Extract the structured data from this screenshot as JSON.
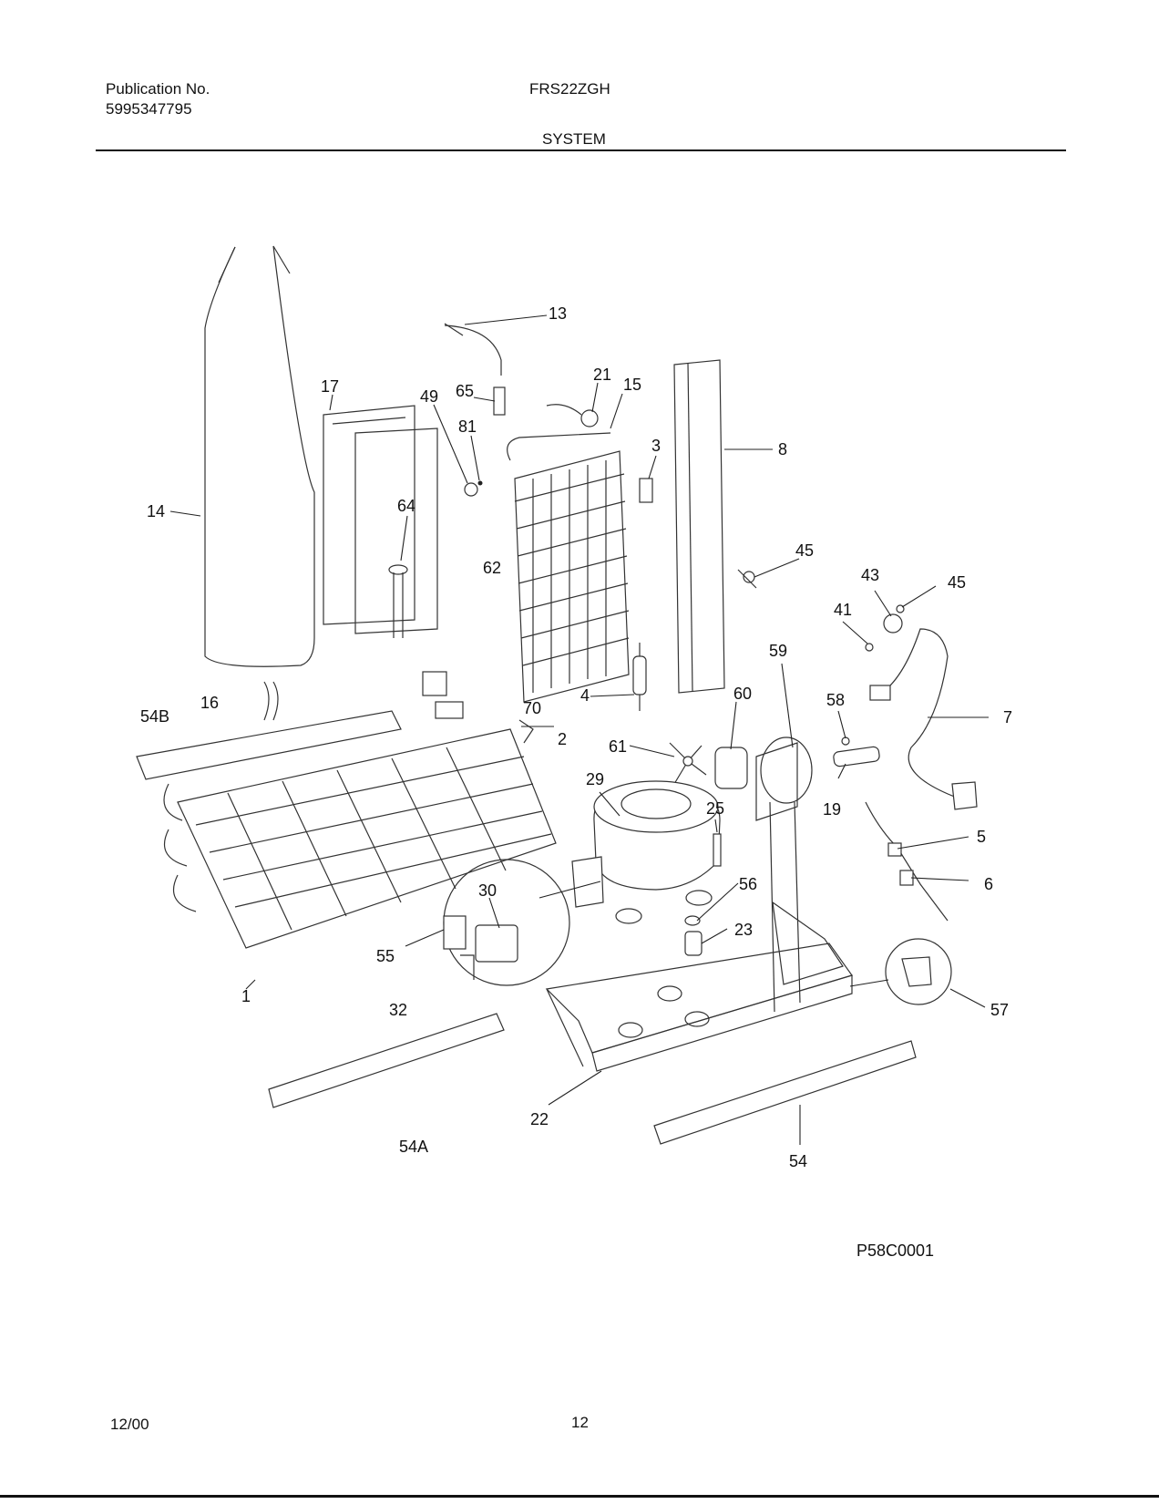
{
  "header": {
    "publication_label": "Publication No.",
    "publication_number": "5995347795",
    "model": "FRS22ZGH",
    "section": "SYSTEM"
  },
  "diagram": {
    "code": "P58C0001",
    "callouts": [
      {
        "id": "c13",
        "text": "13"
      },
      {
        "id": "c17",
        "text": "17"
      },
      {
        "id": "c49",
        "text": "49"
      },
      {
        "id": "c65",
        "text": "65"
      },
      {
        "id": "c21",
        "text": "21"
      },
      {
        "id": "c15",
        "text": "15"
      },
      {
        "id": "c81",
        "text": "81"
      },
      {
        "id": "c3",
        "text": "3"
      },
      {
        "id": "c8",
        "text": "8"
      },
      {
        "id": "c14",
        "text": "14"
      },
      {
        "id": "c64",
        "text": "64"
      },
      {
        "id": "c62",
        "text": "62"
      },
      {
        "id": "c45a",
        "text": "45"
      },
      {
        "id": "c43",
        "text": "43"
      },
      {
        "id": "c45b",
        "text": "45"
      },
      {
        "id": "c41",
        "text": "41"
      },
      {
        "id": "c59",
        "text": "59"
      },
      {
        "id": "c54B",
        "text": "54B"
      },
      {
        "id": "c16",
        "text": "16"
      },
      {
        "id": "c70",
        "text": "70"
      },
      {
        "id": "c4",
        "text": "4"
      },
      {
        "id": "c60",
        "text": "60"
      },
      {
        "id": "c58",
        "text": "58"
      },
      {
        "id": "c7",
        "text": "7"
      },
      {
        "id": "c2",
        "text": "2"
      },
      {
        "id": "c61",
        "text": "61"
      },
      {
        "id": "c29",
        "text": "29"
      },
      {
        "id": "c25",
        "text": "25"
      },
      {
        "id": "c19",
        "text": "19"
      },
      {
        "id": "c5",
        "text": "5"
      },
      {
        "id": "c30",
        "text": "30"
      },
      {
        "id": "c56",
        "text": "56"
      },
      {
        "id": "c6",
        "text": "6"
      },
      {
        "id": "c23",
        "text": "23"
      },
      {
        "id": "c55",
        "text": "55"
      },
      {
        "id": "c1",
        "text": "1"
      },
      {
        "id": "c32",
        "text": "32"
      },
      {
        "id": "c57",
        "text": "57"
      },
      {
        "id": "c22",
        "text": "22"
      },
      {
        "id": "c54A",
        "text": "54A"
      },
      {
        "id": "c54",
        "text": "54"
      }
    ]
  },
  "footer": {
    "date": "12/00",
    "page": "12"
  }
}
